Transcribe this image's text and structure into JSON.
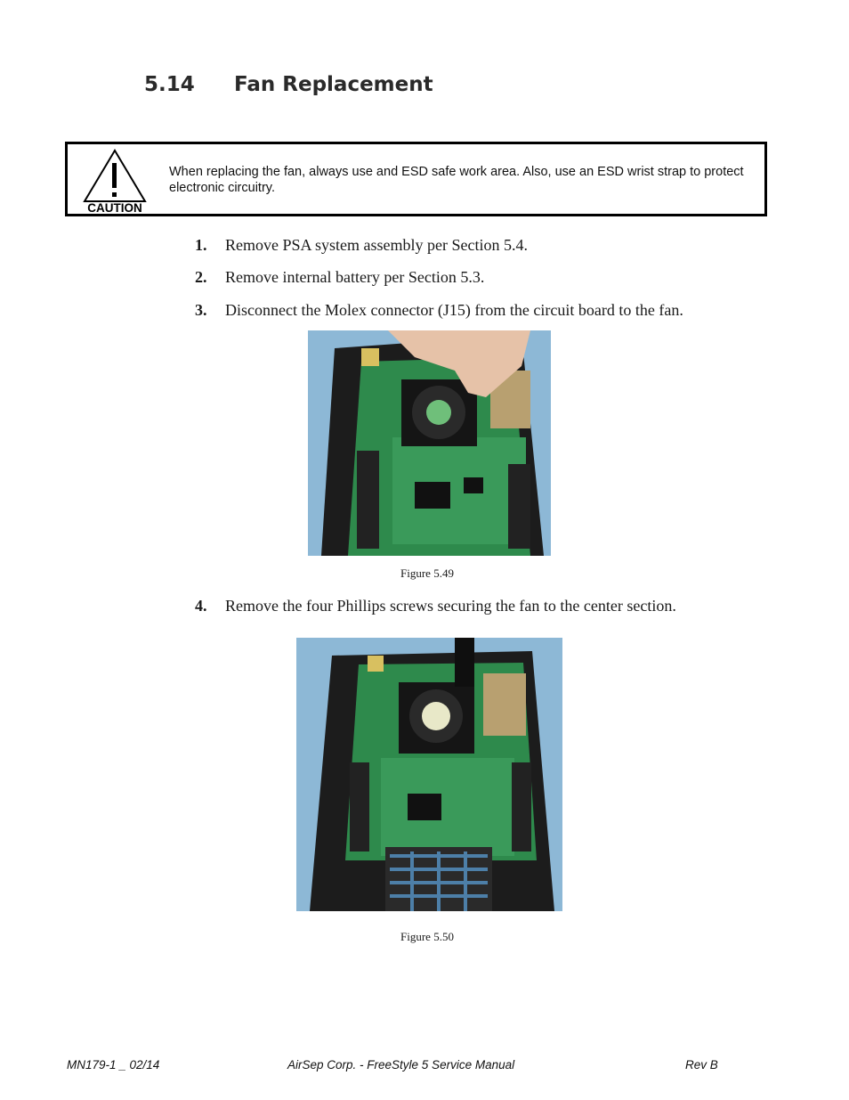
{
  "section": {
    "number": "5.14",
    "title": "Fan Replacement"
  },
  "caution": {
    "label": "CAUTION",
    "text": "When replacing the fan, always use and ESD safe work area. Also, use an ESD wrist strap to protect electronic circuitry."
  },
  "steps": [
    {
      "number": "1.",
      "text": "Remove PSA system assembly per Section 5.4."
    },
    {
      "number": "2.",
      "text": "Remove internal battery per Section 5.3."
    },
    {
      "number": "3.",
      "text": "Disconnect the Molex connector (J15) from the circuit board to the fan."
    },
    {
      "number": "4.",
      "text": "Remove the four Phillips screws securing the fan to the center section."
    }
  ],
  "figures": [
    {
      "caption": "Figure 5.49"
    },
    {
      "caption": "Figure 5.50"
    }
  ],
  "footer": {
    "left": "MN179-1 _ 02/14",
    "center": "AirSep Corp. -  FreeStyle 5 Service Manual",
    "right": "Rev B"
  },
  "colors": {
    "photo_background": "#8db8d6",
    "circuit_board": "#2e8a4c",
    "housing": "#1c1c1c"
  }
}
